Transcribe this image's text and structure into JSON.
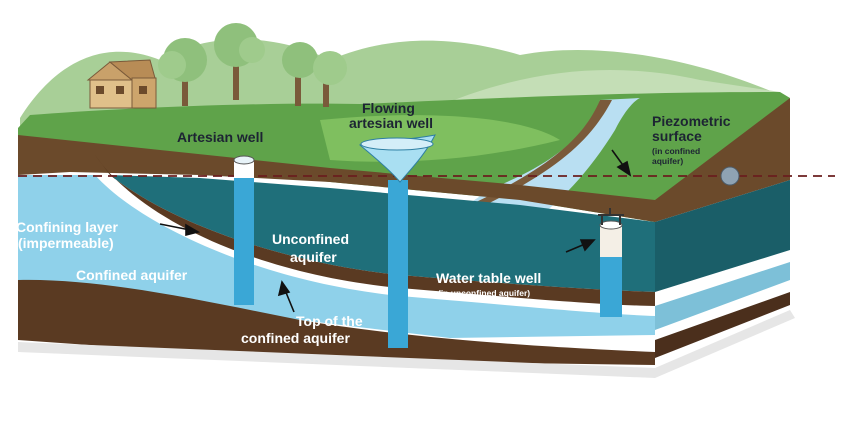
{
  "labels": {
    "artesian_well": "Artesian well",
    "flowing_line1": "Flowing",
    "flowing_line2": "artesian well",
    "piezo_line1": "Piezometric",
    "piezo_line2": "surface",
    "piezo_sub1": "(in confined",
    "piezo_sub2": "aquifer)",
    "confining_line1": "Confining layer",
    "confining_line2": "(impermeable)",
    "unconfined_line1": "Unconfined",
    "unconfined_line2": "aquifer",
    "confined_aquifer": "Confined aquifer",
    "water_table_well": "Water table well",
    "water_table_sub": "(in unconfined aquifer)",
    "top_line1": "Top of the",
    "top_line2": "confined aquifer"
  },
  "colors": {
    "sky": "#ffffff",
    "grass": "#5fa34a",
    "grass_light": "#7fbf5f",
    "hills_back": "#9fc98c",
    "soil": "#6b4a2b",
    "unconfined": "#1f6f7a",
    "confined": "#8fd1ea",
    "bedrock": "#5a3a22",
    "well_blue": "#3aa7d6",
    "river": "#a9d6ee",
    "text_dark": "#1d2433",
    "text_light": "#ffffff"
  },
  "icons": [
    "house-icon",
    "tree-icon",
    "fountain-icon",
    "pump-icon"
  ]
}
